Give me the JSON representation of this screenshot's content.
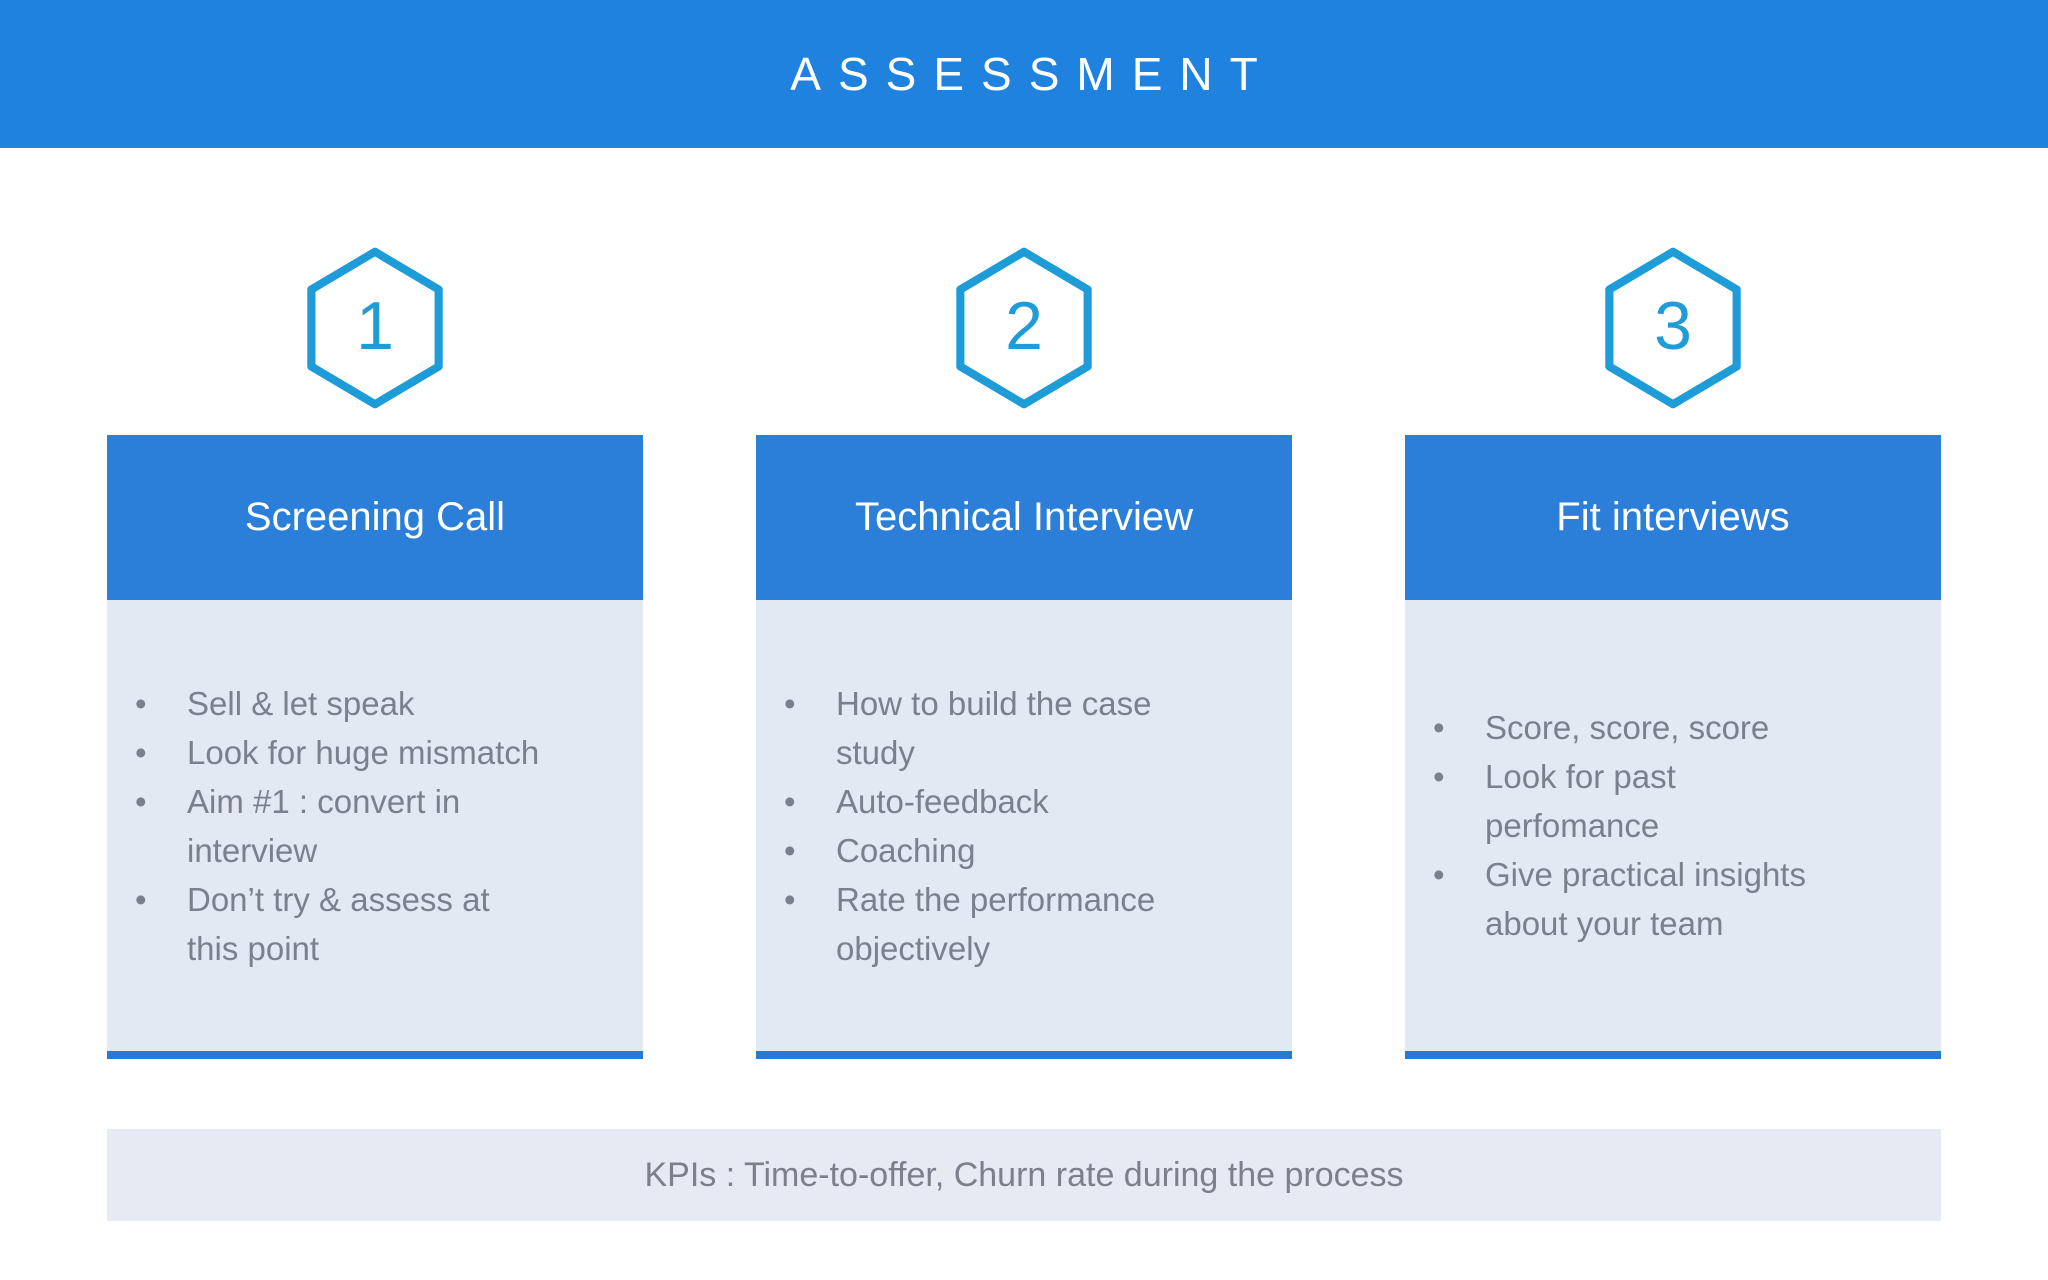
{
  "slide": {
    "title": "ASSESSMENT",
    "kpi_text": "KPIs : Time-to-offer, Churn rate during the process",
    "colors": {
      "banner_blue": "#2082DF",
      "header_blue": "#2B7FD9",
      "accent_blue": "#1D9CD8",
      "body_bg": "#E3E9F2",
      "kpi_bg": "#E5EAF3",
      "text_gray": "#7A818C",
      "underline_blue": "#2779D8"
    },
    "icons": {
      "step_badge": "hexagon-outline-icon",
      "bullet": "•"
    }
  },
  "steps": [
    {
      "number": "1",
      "title": "Screening Call",
      "bullets": [
        "Sell & let speak",
        "Look for huge mismatch",
        "Aim #1 : convert in\ninterview",
        "Don’t try & assess at\nthis point"
      ]
    },
    {
      "number": "2",
      "title": "Technical Interview",
      "bullets": [
        "How to build the case\nstudy",
        "Auto-feedback",
        "Coaching",
        "Rate the performance\nobjectively"
      ]
    },
    {
      "number": "3",
      "title": "Fit interviews",
      "bullets": [
        "Score, score, score",
        "Look for past\nperfomance",
        "Give practical insights\nabout your team"
      ]
    }
  ]
}
